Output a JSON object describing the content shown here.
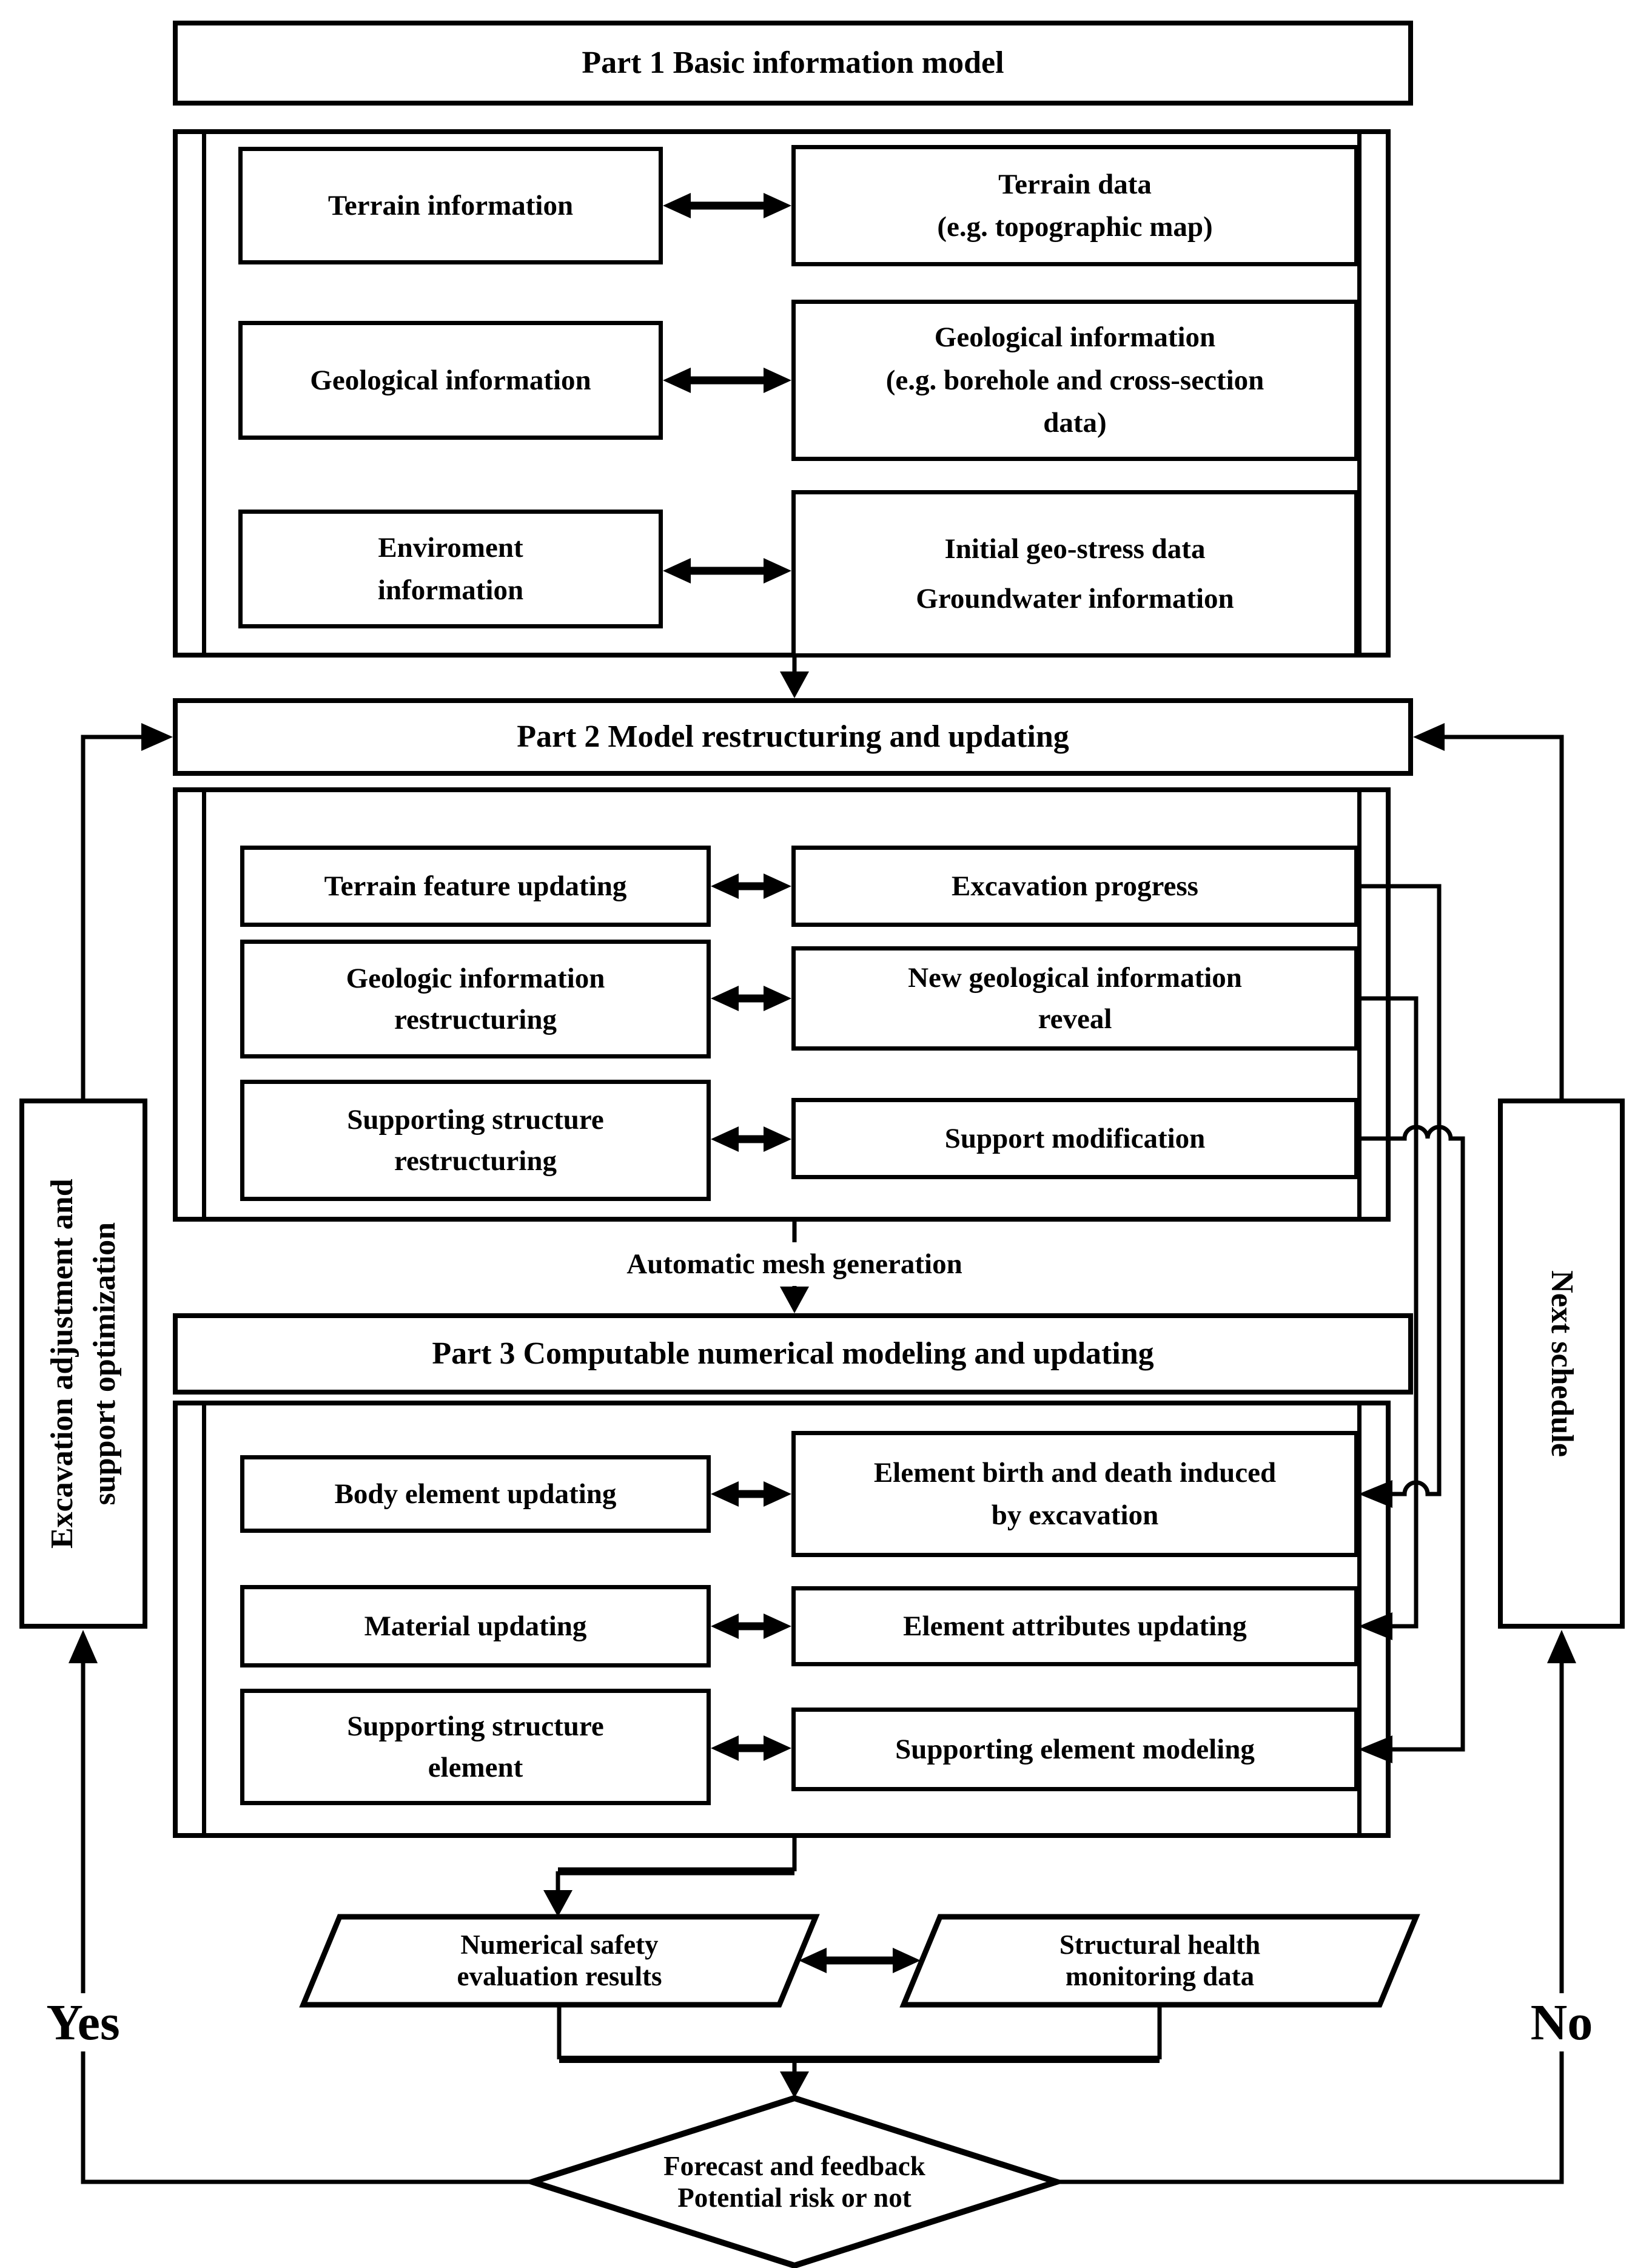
{
  "page": {
    "background": "#ffffff",
    "line_color": "#000000"
  },
  "part1": {
    "title": "Part 1 Basic information model",
    "rows": [
      {
        "left": "Terrain information",
        "right": "Terrain data\n(e.g. topographic map)"
      },
      {
        "left": "Geological information",
        "right": "Geological information\n(e.g. borehole and cross-section\ndata)"
      },
      {
        "left": "Enviroment\ninformation",
        "right": "Initial geo-stress data\nGroundwater information"
      }
    ]
  },
  "part2": {
    "title": "Part 2 Model restructuring and updating",
    "rows": [
      {
        "left": "Terrain feature updating",
        "right": "Excavation progress"
      },
      {
        "left": "Geologic information\nrestructuring",
        "right": "New geological information\nreveal"
      },
      {
        "left": "Supporting structure\nrestructuring",
        "right": "Support modification"
      }
    ]
  },
  "mesh_label": "Automatic mesh generation",
  "part3": {
    "title": "Part 3 Computable numerical modeling and updating",
    "rows": [
      {
        "left": "Body element updating",
        "right": "Element birth and death induced\nby excavation"
      },
      {
        "left": "Material updating",
        "right": "Element attributes updating"
      },
      {
        "left": "Supporting structure\nelement",
        "right": "Supporting element modeling"
      }
    ]
  },
  "results": {
    "numerical": "Numerical safety\nevaluation results",
    "monitoring": "Structural health\nmonitoring data"
  },
  "decision": {
    "label": "Forecast and feedback\nPotential risk or not",
    "yes": "Yes",
    "no": "No"
  },
  "loops": {
    "left": "Excavation adjustment and\nsupport optimization",
    "right": "Next schedule"
  }
}
